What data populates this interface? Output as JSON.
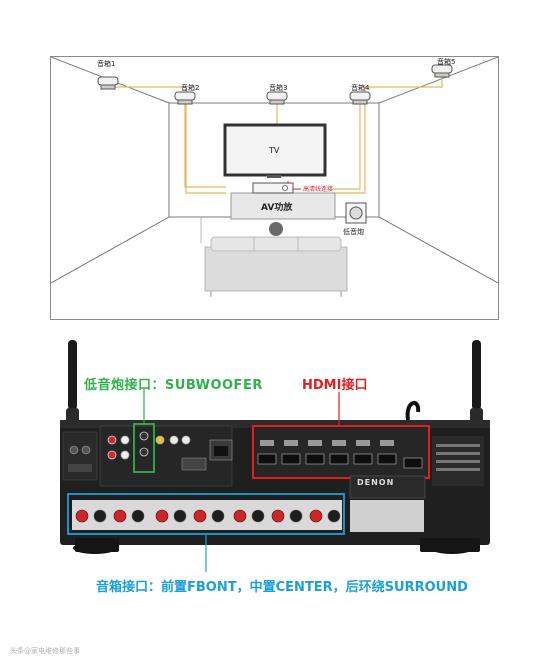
{
  "room": {
    "speakers": [
      {
        "label": "音箱1"
      },
      {
        "label": "音箱2"
      },
      {
        "label": "音箱3"
      },
      {
        "label": "音箱4"
      },
      {
        "label": "音箱5"
      }
    ],
    "tv_label": "TV",
    "av_label": "AV功放",
    "hdmi_tag": "高清线连接",
    "sub_label": "低音炮"
  },
  "callouts": {
    "subwoofer": "低音炮接口：SUBWOOFER",
    "hdmi": "HDMI接口",
    "speaker": "音箱接口：前置FBONT，中置CENTER，后环绕SURROUND"
  },
  "receiver": {
    "brand": "DENON"
  },
  "colors": {
    "wire": "#e6b75a",
    "subwoofer": "#2fb24a",
    "hdmi": "#e0201e",
    "speaker": "#1aa0d8"
  },
  "watermark": "头条@家电维修那些事"
}
